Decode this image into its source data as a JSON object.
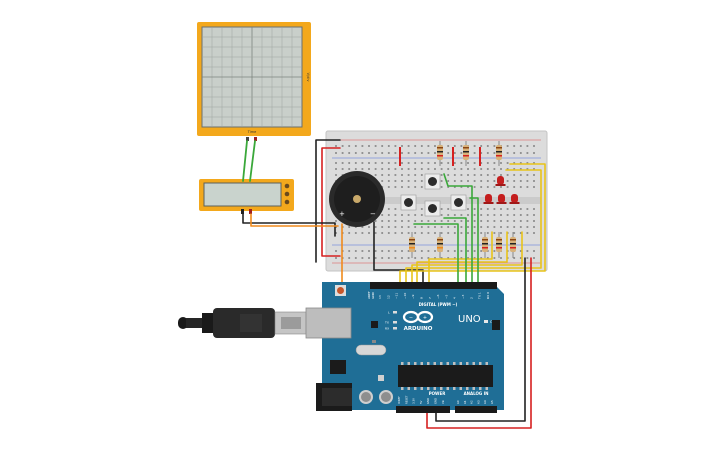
{
  "oscilloscope": {
    "label_bottom": "Time",
    "label_side": "V/div"
  },
  "arduino": {
    "brand": "ARDUINO",
    "model": "UNO",
    "digital_label": "DIGITAL (PWM ~)",
    "power_label": "POWER",
    "analog_label": "ANALOG IN",
    "aref": "AREF",
    "gnd": "GND",
    "on_led": "ON",
    "led_l": "L",
    "led_tx": "TX",
    "led_rx": "RX",
    "digital_pins": [
      "13",
      "12",
      "~11",
      "~10",
      "~9",
      "8",
      "7",
      "~6",
      "~5",
      "4",
      "~3",
      "2",
      "TX 1",
      "RX 0"
    ],
    "power_pins": [
      "IOREF",
      "RESET",
      "3.3V",
      "5V",
      "GND",
      "GND",
      "Vin"
    ],
    "analog_pins": [
      "A0",
      "A1",
      "A2",
      "A3",
      "A4",
      "A5"
    ]
  },
  "colors": {
    "wire_red": "#d62020",
    "wire_black": "#222222",
    "wire_green": "#3aa83a",
    "wire_yellow": "#e8c41a",
    "wire_orange": "#f08a1c",
    "board_blue": "#1f6e96",
    "frame_orange": "#f3a81c"
  }
}
